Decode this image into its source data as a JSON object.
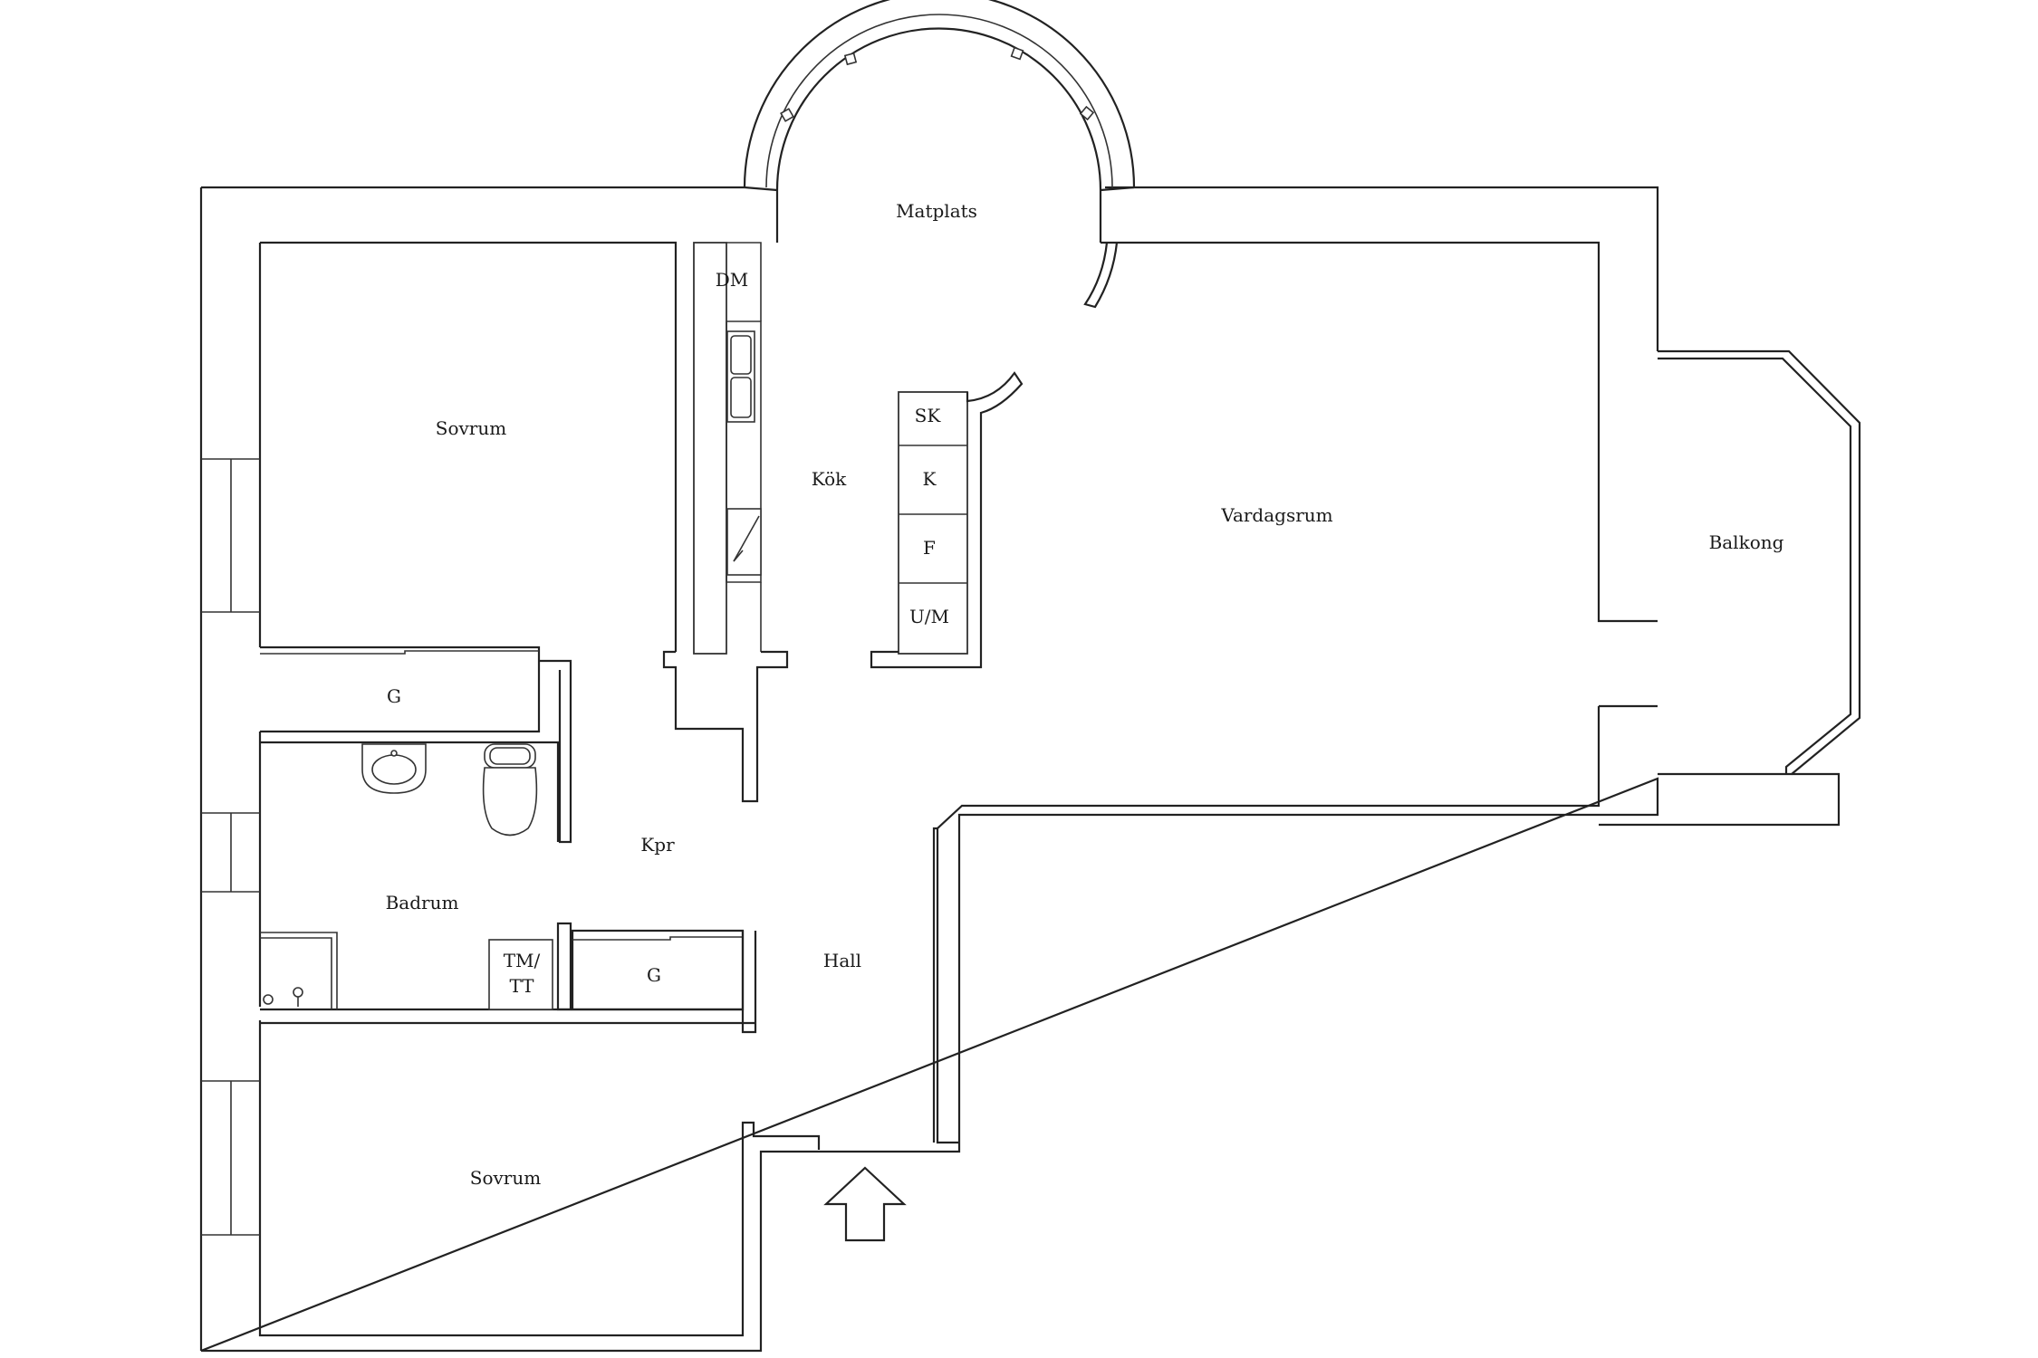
{
  "rooms": {
    "matplats": "Matplats",
    "sovrum_top": "Sovrum",
    "kok": "Kök",
    "vardagsrum": "Vardagsrum",
    "balkong": "Balkong",
    "kpr": "Kpr",
    "badrum": "Badrum",
    "hall": "Hall",
    "sovrum_bottom": "Sovrum"
  },
  "labels": {
    "dm": "DM",
    "sk": "SK",
    "k": "K",
    "f": "F",
    "um": "U/M",
    "g_top": "G",
    "g_bottom": "G",
    "tm_line1": "TM/",
    "tm_line2": "TT"
  },
  "icons": {
    "entrance": "entrance-arrow-icon",
    "sink": "sink-icon",
    "toilet": "toilet-icon",
    "stove": "kitchen-sink-icon"
  },
  "colors": {
    "line": "#222222",
    "background": "#ffffff"
  }
}
